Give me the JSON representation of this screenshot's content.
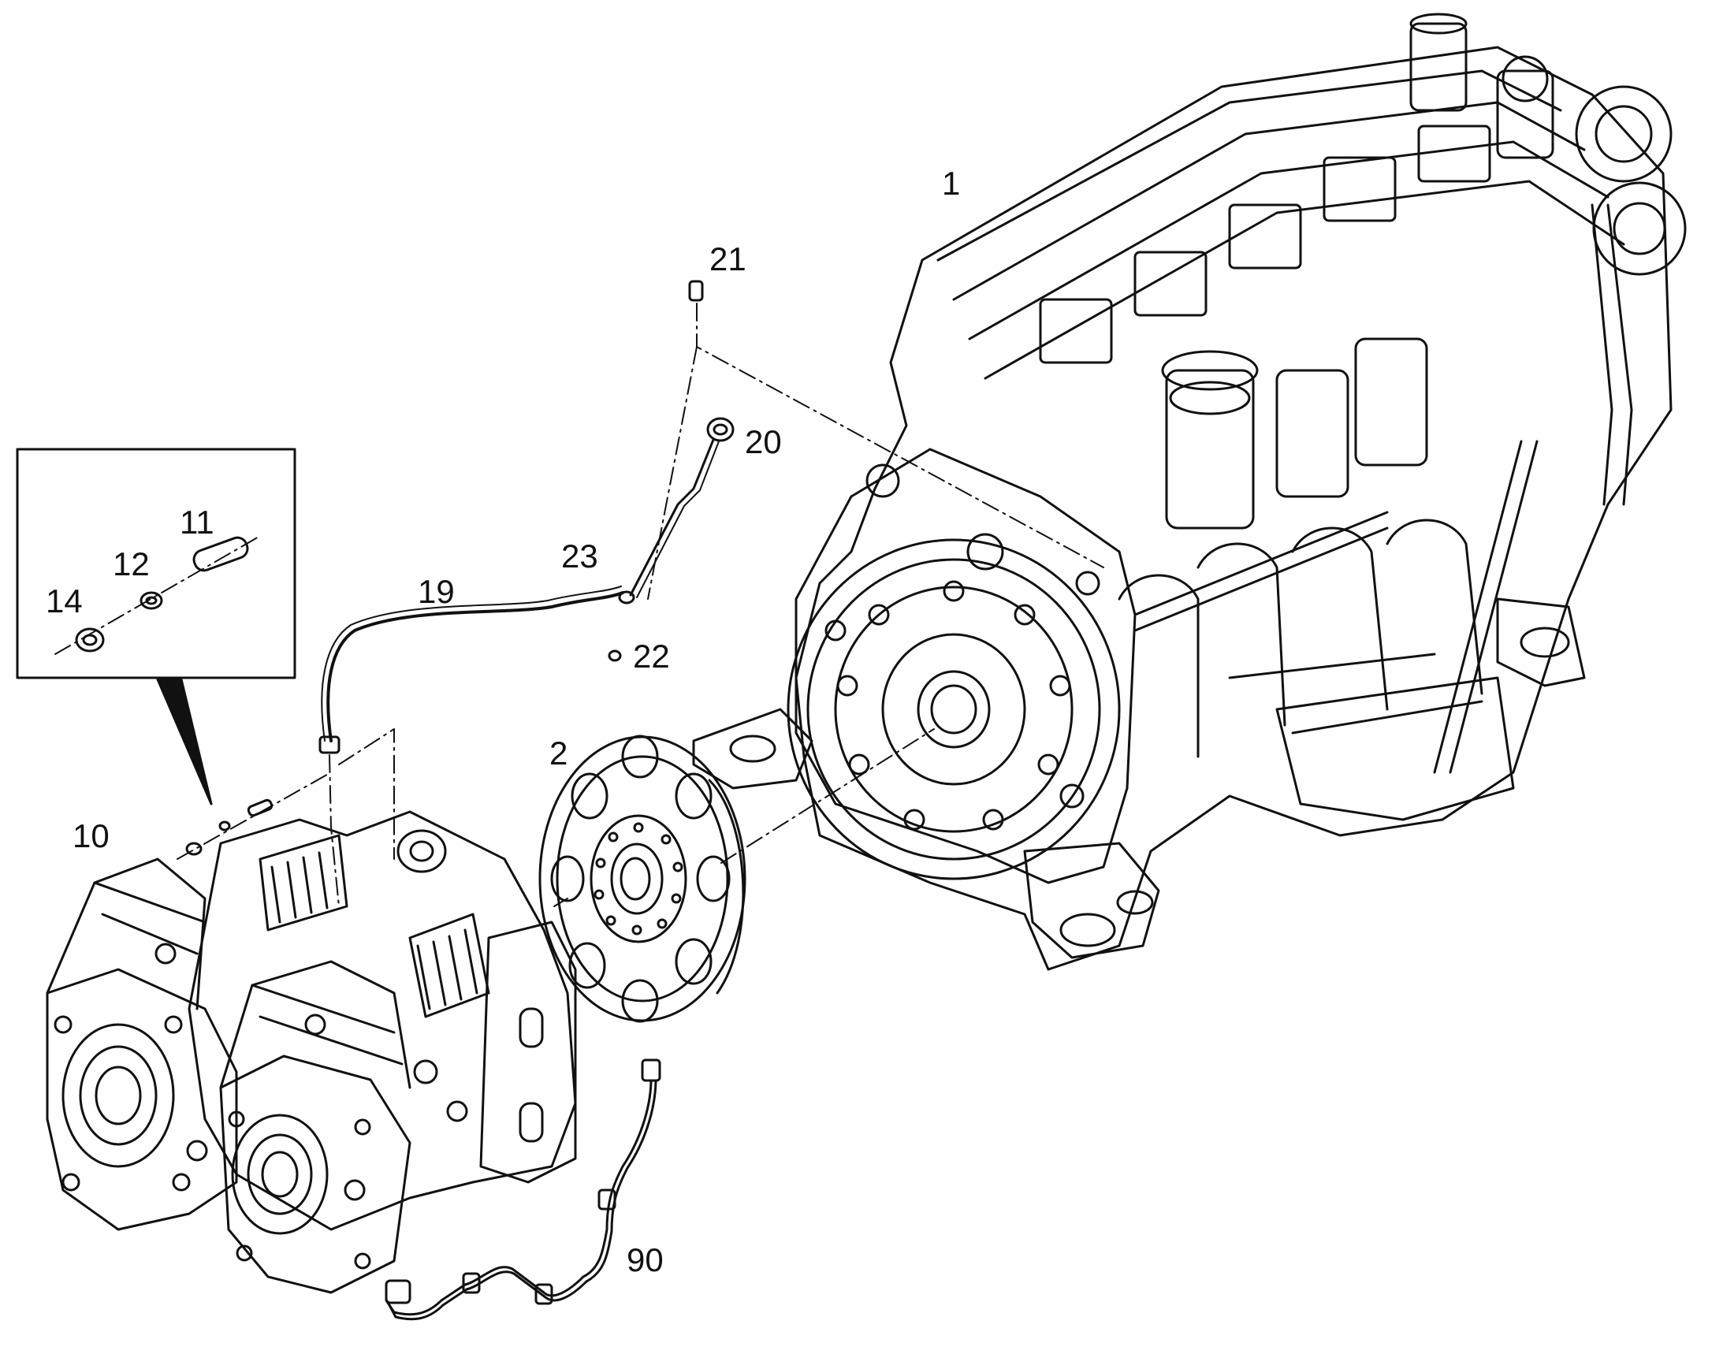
{
  "diagram": {
    "callouts": [
      "1",
      "2",
      "10",
      "11",
      "12",
      "14",
      "19",
      "20",
      "21",
      "22",
      "23",
      "90"
    ]
  },
  "colors": {
    "line": "#111111",
    "background": "#ffffff"
  }
}
